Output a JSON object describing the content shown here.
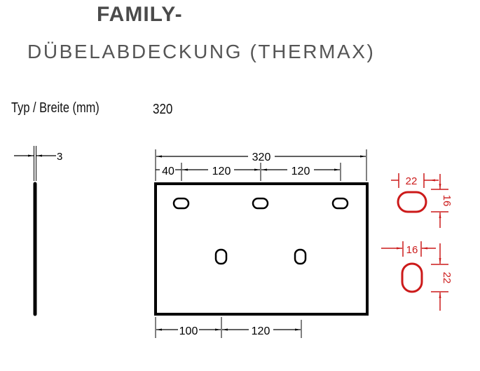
{
  "header": {
    "title_line1": "FAMILY-",
    "title_line2": "DÜBELABDECKUNG (THERMAX)"
  },
  "spec": {
    "label": "Typ / Breite (mm)",
    "value": "320"
  },
  "side_view": {
    "thickness_label": "3"
  },
  "front_view": {
    "overall_width_label": "320",
    "top_dims": [
      "40",
      "120",
      "120"
    ],
    "bottom_dims": [
      "100",
      "120"
    ]
  },
  "hole_details": {
    "horizontal_slot": {
      "width_label": "22",
      "height_label": "16"
    },
    "vertical_slot": {
      "width_label": "16",
      "height_label": "22"
    }
  },
  "colors": {
    "drawing": "#000000",
    "detail": "#cc1a1a",
    "title": "#4a4a4a"
  }
}
